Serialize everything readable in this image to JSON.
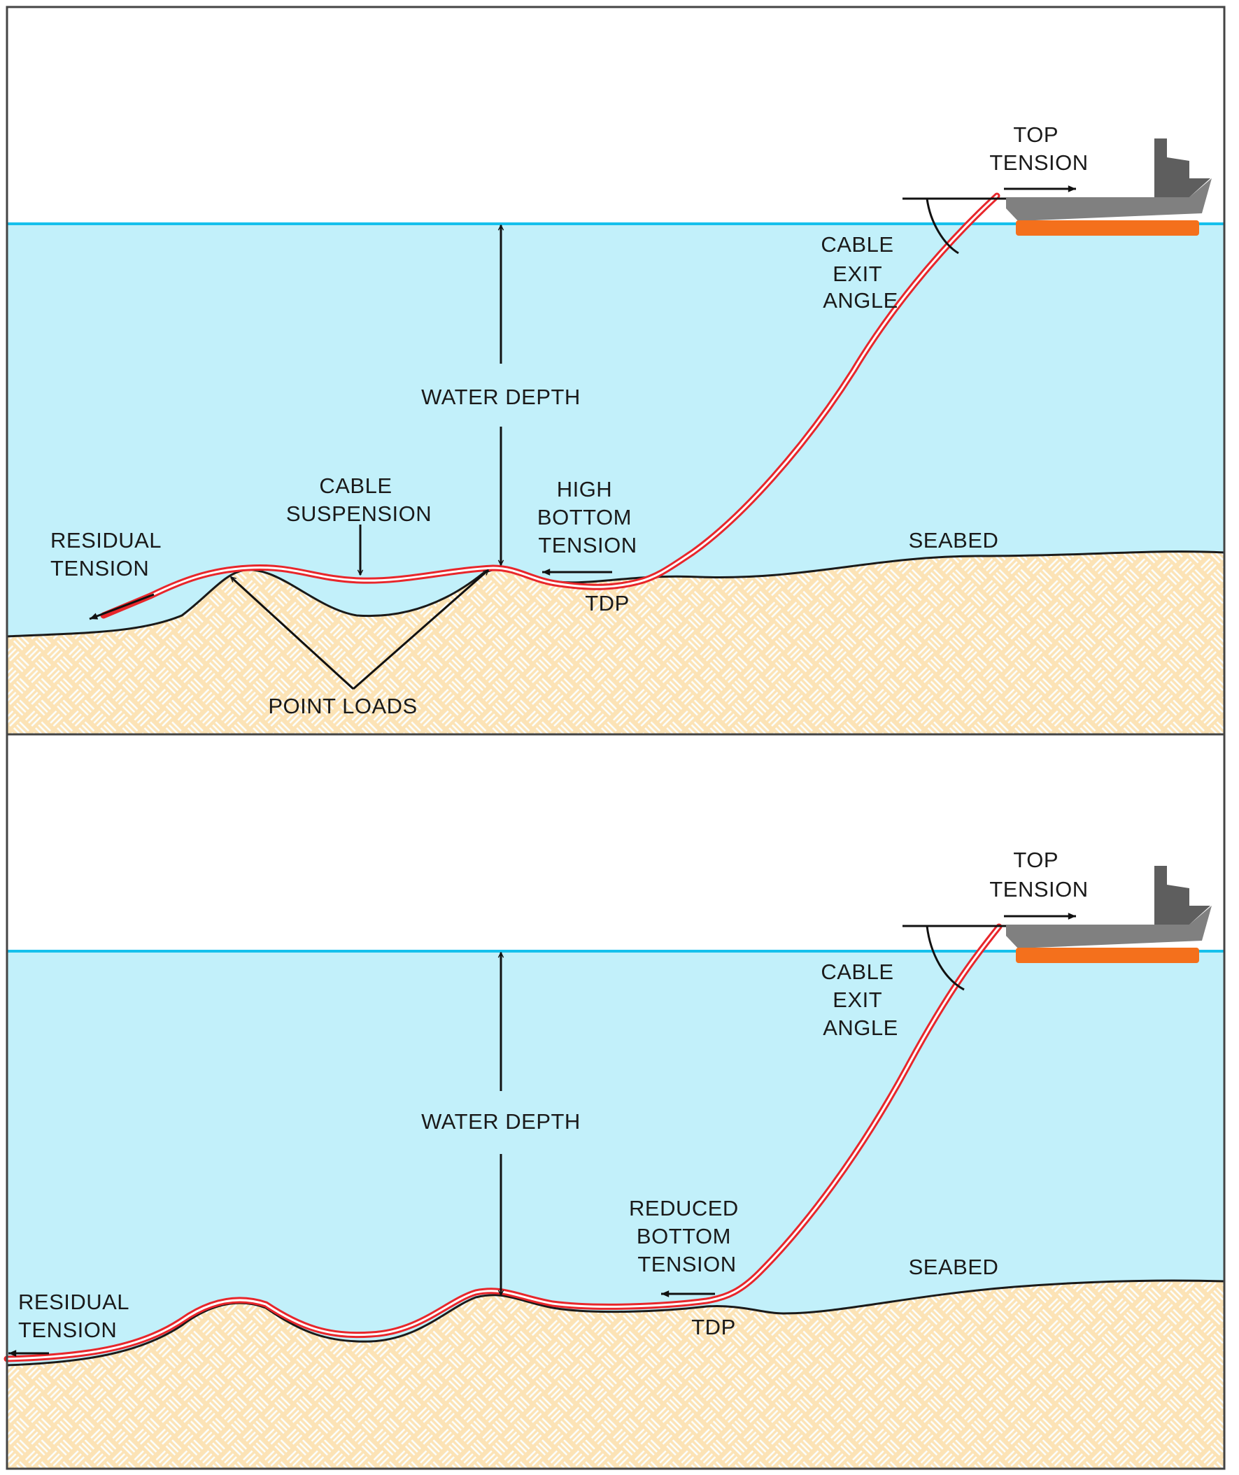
{
  "colors": {
    "water": "#c2f0fa",
    "water_line": "#16c0ec",
    "seabed_fill": "#fce3b6",
    "seabed_pattern": "#fbffff",
    "cable": "#e8262b",
    "ship_hull": "#808080",
    "ship_stripe": "#f4701c",
    "ship_deck": "#5e5e5e"
  },
  "panel_top": {
    "top_tension": [
      "TOP",
      "TENSION"
    ],
    "cable_exit_angle": [
      "CABLE",
      "EXIT",
      "ANGLE"
    ],
    "water_depth": "WATER DEPTH",
    "cable_suspension": [
      "CABLE",
      "SUSPENSION"
    ],
    "high_bottom_tension": [
      "HIGH",
      "BOTTOM",
      "TENSION"
    ],
    "residual_tension": [
      "RESIDUAL",
      "TENSION"
    ],
    "seabed": "SEABED",
    "tdp": "TDP",
    "point_loads": "POINT LOADS"
  },
  "panel_bottom": {
    "top_tension": [
      "TOP",
      "TENSION"
    ],
    "cable_exit_angle": [
      "CABLE",
      "EXIT",
      "ANGLE"
    ],
    "water_depth": "WATER DEPTH",
    "reduced_bottom_tension": [
      "REDUCED",
      "BOTTOM",
      "TENSION"
    ],
    "residual_tension": [
      "RESIDUAL",
      "TENSION"
    ],
    "seabed": "SEABED",
    "tdp": "TDP"
  }
}
